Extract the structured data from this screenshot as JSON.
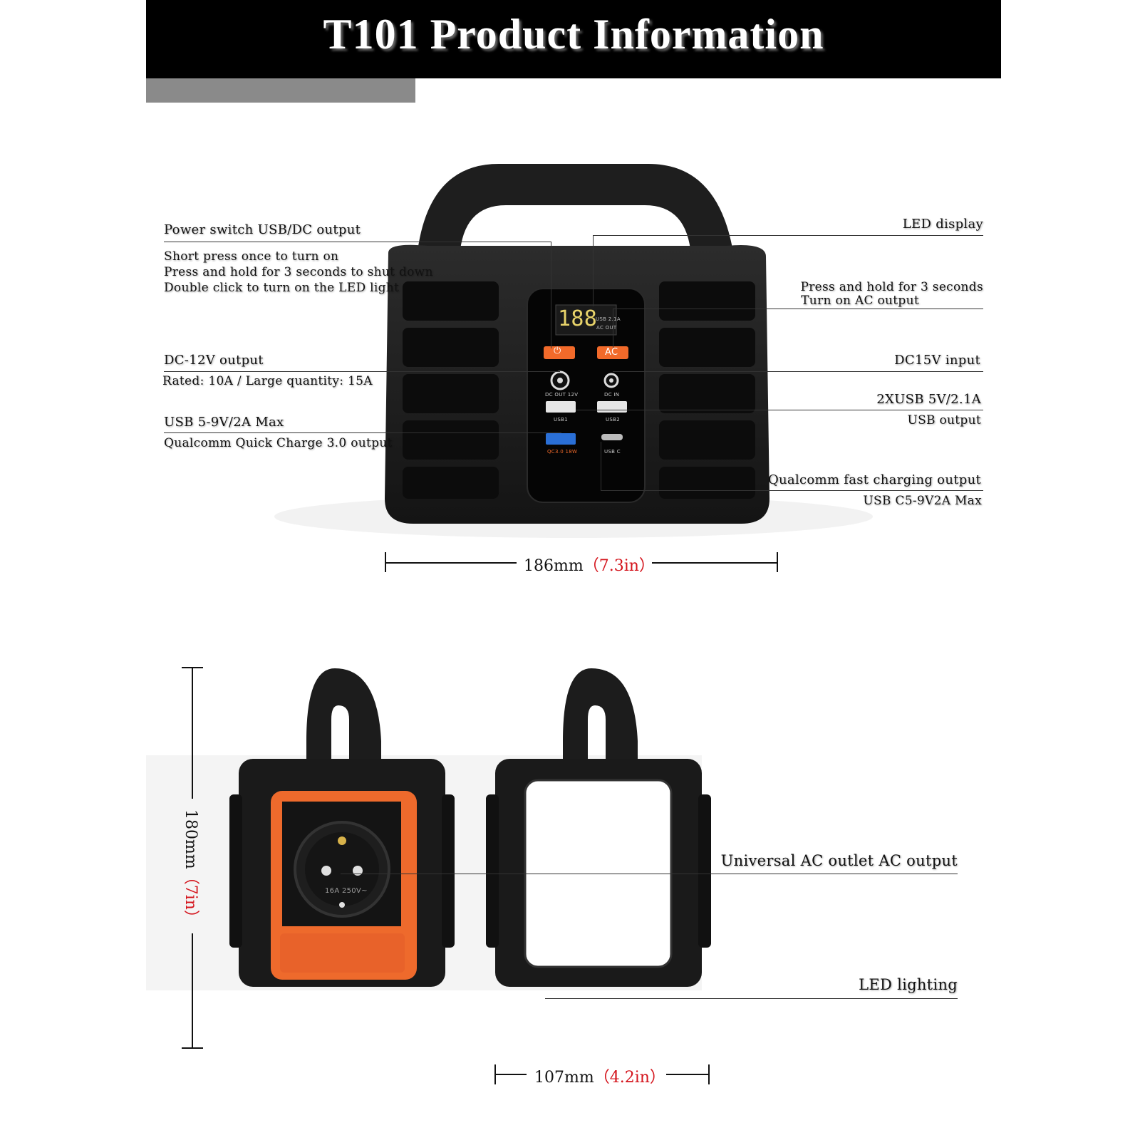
{
  "title": "T101 Product Information",
  "front": {
    "power_switch": {
      "heading": "Power switch USB/DC output",
      "lines": [
        "Short press once to turn on",
        "Press and hold for 3 seconds to shut down",
        "Double click to turn on the LED light"
      ]
    },
    "led_display": "LED display",
    "ac_button": [
      "Press and hold for 3 seconds",
      "Turn on AC output"
    ],
    "dc12v": {
      "heading": "DC-12V output",
      "detail": "Rated: 10A / Large quantity: 15A"
    },
    "dc15v": "DC15V input",
    "usb_qc": {
      "heading": "USB 5-9V/2A Max",
      "detail": "Qualcomm Quick Charge 3.0 output"
    },
    "usb2x": {
      "heading": "2XUSB 5V/2.1A",
      "detail": "USB output"
    },
    "usbc": {
      "heading": "Qualcomm fast charging output",
      "detail": "USB C5-9V2A Max"
    },
    "panel": {
      "display_digits": "188",
      "power_label": "⏻",
      "ac_label": "AC",
      "dc_out": "DC OUT 12V",
      "dc_in": "DC IN",
      "usb1": "USB1",
      "usb2": "USB2",
      "qc": "QC3.0 18W",
      "usbc": "USB C",
      "usb_small": "USB 2.1A",
      "ac_small": "AC OUT"
    }
  },
  "dimensions": {
    "width": {
      "value": "186mm",
      "imperial": "（7.3in）"
    },
    "height": {
      "value": "180mm",
      "imperial": "（7in）"
    },
    "depth": {
      "value": "107mm",
      "imperial": "（4.2in）"
    }
  },
  "side": {
    "ac_outlet": "Universal AC outlet AC output",
    "led_lighting": "LED lighting",
    "outlet_marks": [
      "16A 250V~"
    ]
  }
}
